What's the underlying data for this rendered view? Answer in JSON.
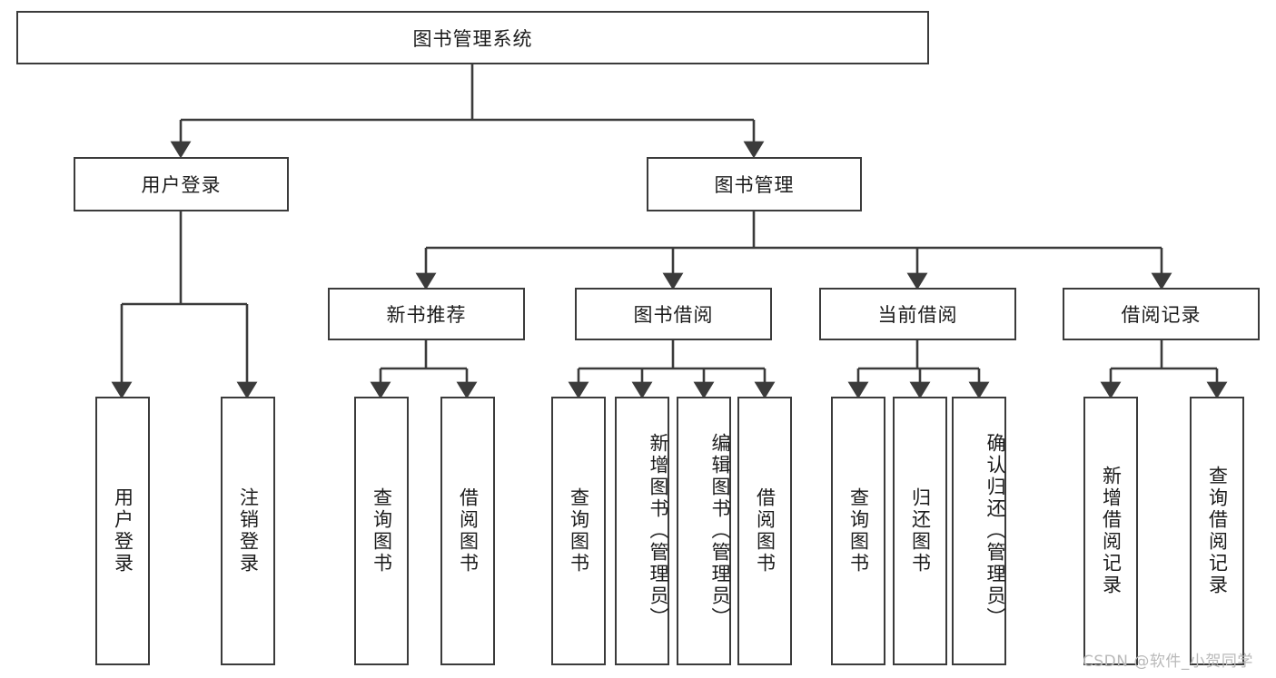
{
  "diagram": {
    "title": "图书管理系统",
    "watermark": "CSDN @软件_小贺同学",
    "colors": {
      "stroke": "#3b3b3b",
      "background": "#ffffff",
      "text": "#1b1b1b",
      "watermark": "#b9b9b9"
    },
    "root": {
      "label": "图书管理系统"
    },
    "level2": [
      {
        "label": "用户登录"
      },
      {
        "label": "图书管理"
      }
    ],
    "level3": [
      {
        "label": "新书推荐"
      },
      {
        "label": "图书借阅"
      },
      {
        "label": "当前借阅"
      },
      {
        "label": "借阅记录"
      }
    ],
    "leaves": {
      "user_login": [
        {
          "label": "用户登录"
        },
        {
          "label": "注销登录"
        }
      ],
      "new_book_recommend": [
        {
          "label": "查询图书"
        },
        {
          "label": "借阅图书"
        }
      ],
      "book_borrow": [
        {
          "label": "查询图书"
        },
        {
          "label": "新增图书（管理员）"
        },
        {
          "label": "编辑图书（管理员）"
        },
        {
          "label": "借阅图书"
        }
      ],
      "current_borrow": [
        {
          "label": "查询图书"
        },
        {
          "label": "归还图书"
        },
        {
          "label": "确认归还（管理员）"
        }
      ],
      "borrow_record": [
        {
          "label": "新增借阅记录"
        },
        {
          "label": "查询借阅记录"
        }
      ]
    }
  }
}
